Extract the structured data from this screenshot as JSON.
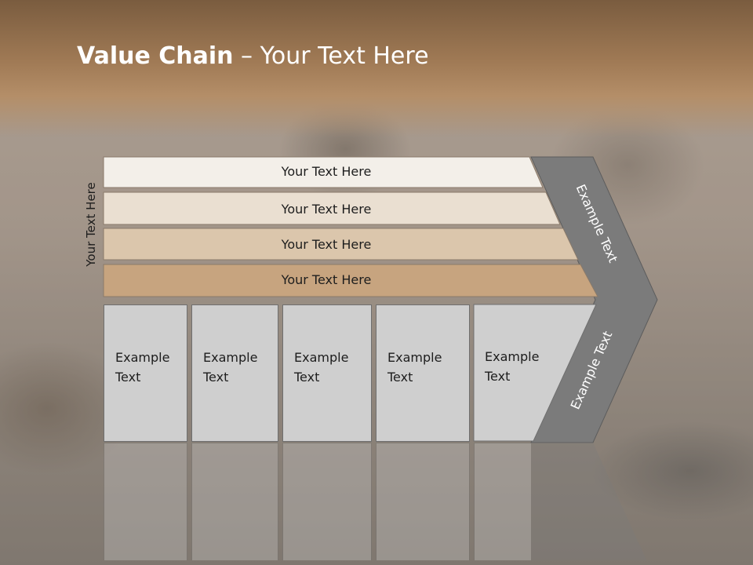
{
  "title": {
    "bold": "Value Chain",
    "rest": " – Your Text Here"
  },
  "side_label": "Your Text Here",
  "bars": [
    {
      "label": "Your Text Here",
      "color": "#f3efe9"
    },
    {
      "label": "Your Text Here",
      "color": "#eadfd1"
    },
    {
      "label": "Your Text Here",
      "color": "#dbc6ac"
    },
    {
      "label": "Your Text Here",
      "color": "#c7a47f"
    }
  ],
  "boxes": [
    {
      "line1": "Example",
      "line2": "Text"
    },
    {
      "line1": "Example",
      "line2": "Text"
    },
    {
      "line1": "Example",
      "line2": "Text"
    },
    {
      "line1": "Example",
      "line2": "Text"
    },
    {
      "line1": "Example",
      "line2": "Text"
    }
  ],
  "chevron": {
    "upper": "Example Text",
    "lower": "Example Text",
    "color": "#7b7b7b"
  },
  "colors": {
    "box": "#cfcfcf",
    "title_band": "#a07a55"
  }
}
